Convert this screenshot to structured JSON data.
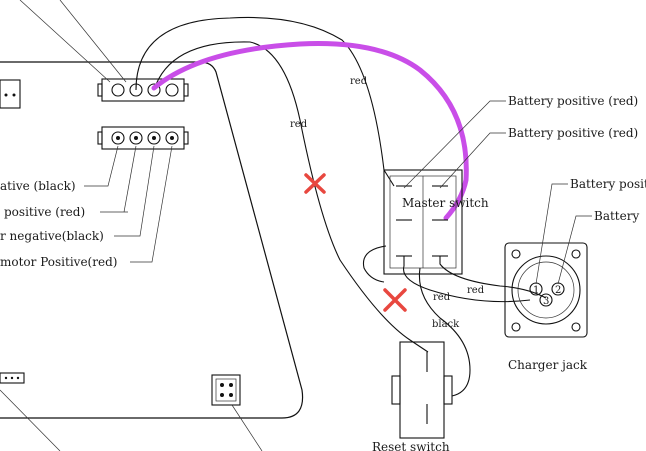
{
  "labels": {
    "battery_positive_red_1": "Battery positive (red)",
    "battery_positive_red_2": "Battery positive (red)",
    "battery_positive_jack": "Battery positive",
    "battery_jack_2": "Battery",
    "motor_negative_black_1": "ative (black)",
    "motor_positive_red_1": "positive (red)",
    "motor_negative_black_2": "r negative(black)",
    "motor_positive_red_2": "motor Positive(red)",
    "master_switch": "Master switch",
    "charger_jack": "Charger jack",
    "reset_switch": "Reset switch"
  },
  "wire_labels": {
    "red_top": "red",
    "red_left": "red",
    "red_jack_1": "red",
    "red_jack_2": "red",
    "black_jack": "black"
  },
  "pin_labels": [
    "1",
    "2",
    "3"
  ],
  "colors": {
    "highlight_wire": "#c94ee8",
    "cross_mark": "#e8473f",
    "line": "#111111"
  }
}
